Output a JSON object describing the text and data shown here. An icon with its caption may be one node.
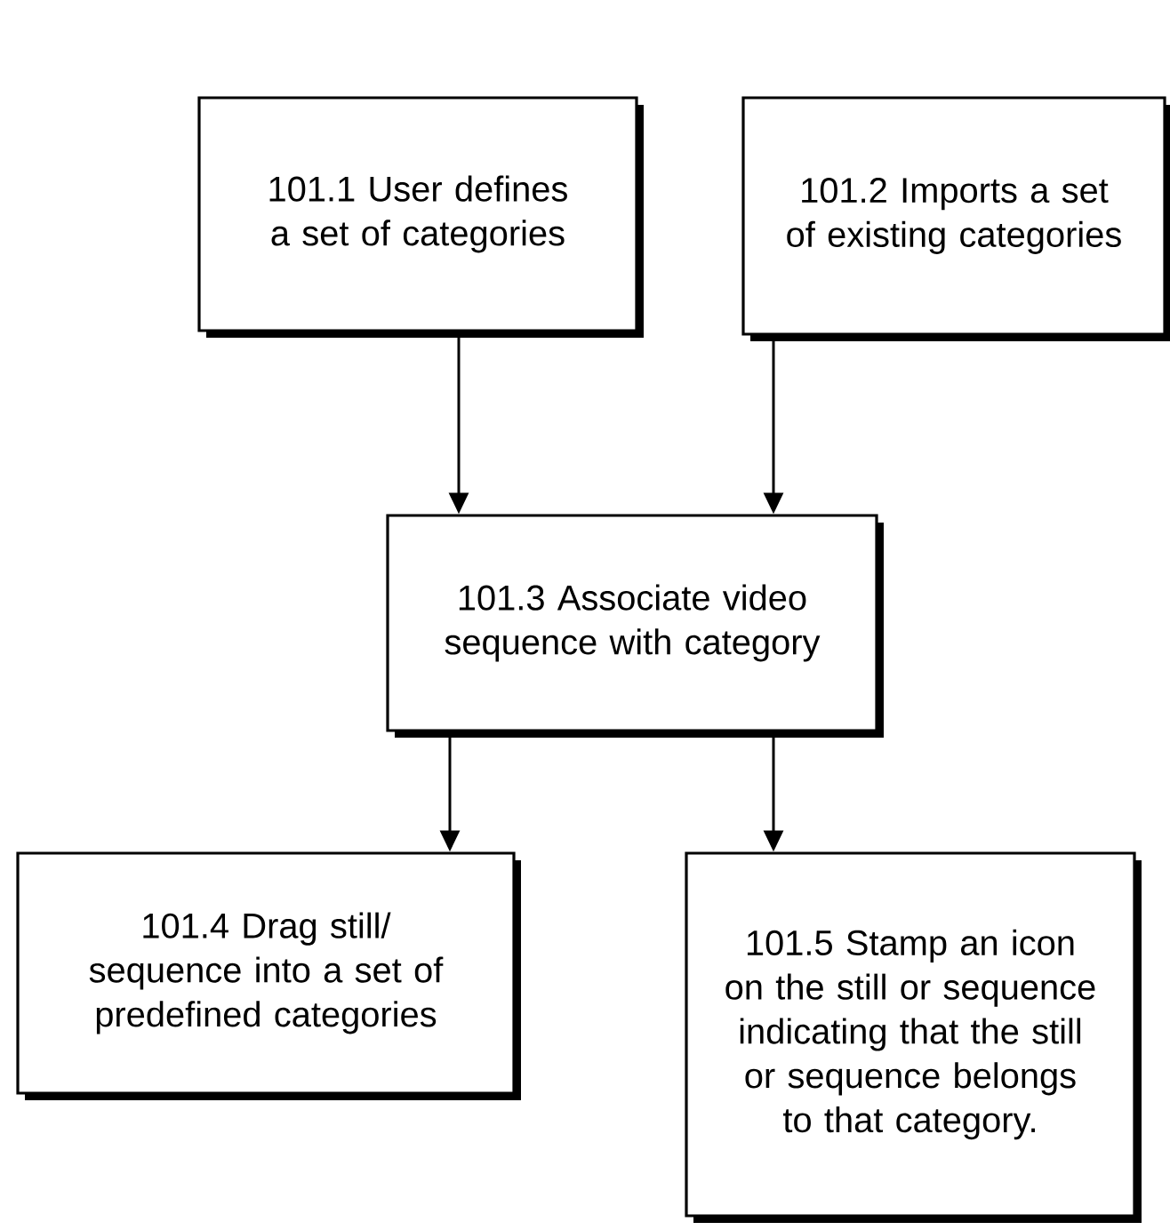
{
  "diagram": {
    "nodes": [
      {
        "text": [
          "101.1 User defines a set of categories"
        ]
      },
      {
        "text": [
          "101.2 Imports a set of existing categories"
        ]
      },
      {
        "text": [
          "101.3 Associate video sequence with category"
        ]
      },
      {
        "text": [
          "101.4 Drag still/ sequence into a set of predefined categories"
        ]
      },
      {
        "text": [
          "101.5 Stamp an icon on the still or sequence indicating that the still or sequence belongs to that category."
        ]
      }
    ],
    "edges": [
      {
        "from": 0,
        "to": 2,
        "arrow": "to"
      },
      {
        "from": 1,
        "to": 2,
        "arrow": "to"
      },
      {
        "from": 2,
        "to": 3,
        "arrow": "to"
      },
      {
        "from": 2,
        "to": 4,
        "arrow": "to"
      }
    ]
  }
}
